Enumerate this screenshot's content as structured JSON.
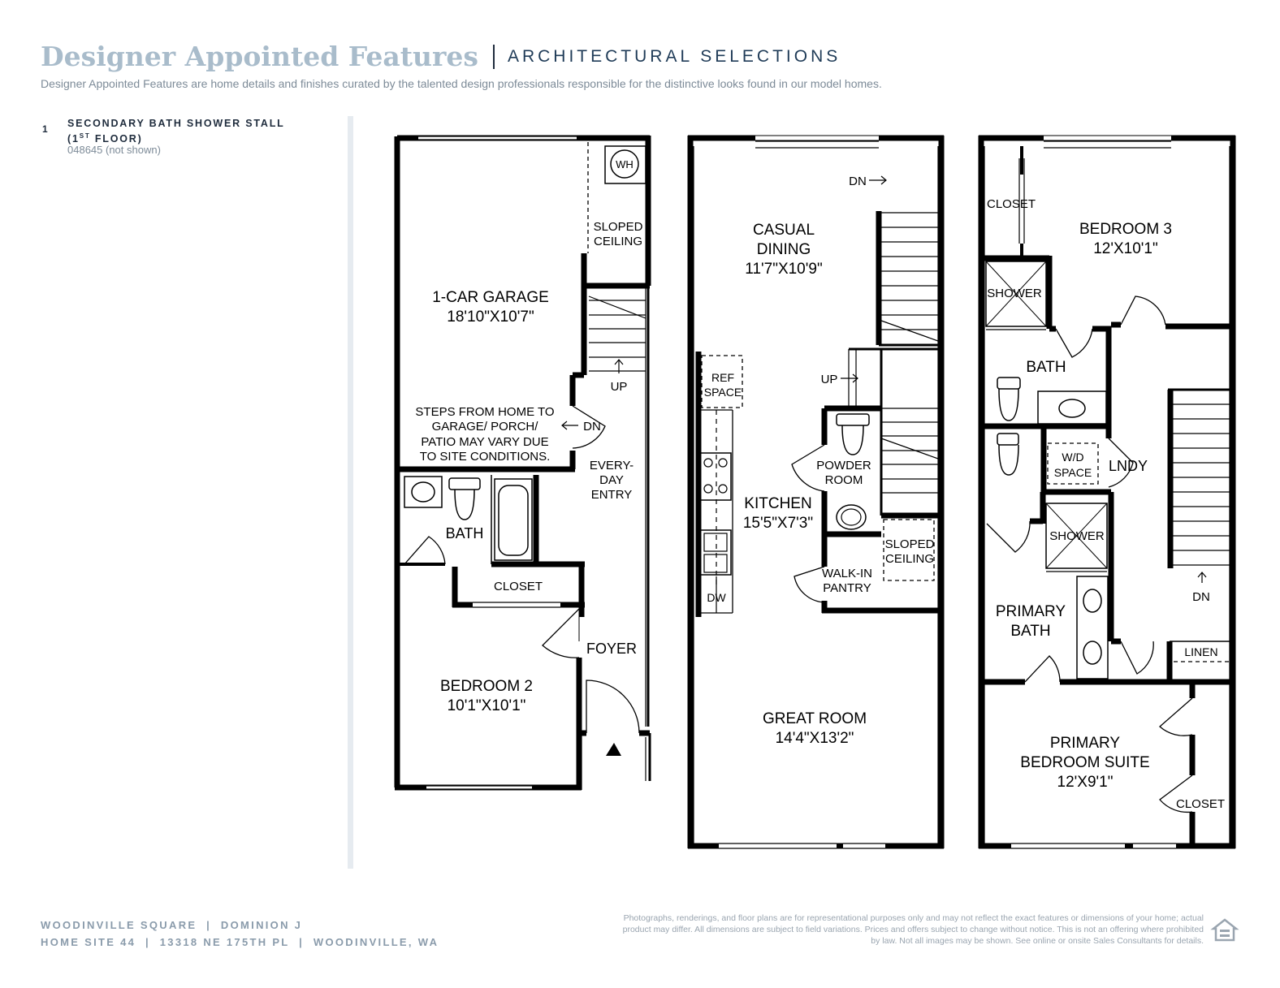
{
  "header": {
    "title": "Designer Appointed Features",
    "subtitle": "ARCHITECTURAL SELECTIONS",
    "description": "Designer Appointed Features are home details and finishes curated by the talented design professionals responsible for the distinctive looks found in our model homes."
  },
  "feature": {
    "number": "1",
    "title_line1": "SECONDARY BATH SHOWER STALL",
    "title_line2_prefix": "(1",
    "title_line2_sup": "ST",
    "title_line2_suffix": " FLOOR)",
    "code": "048645 (not shown)"
  },
  "plan1": {
    "garage": "1-CAR GARAGE",
    "garage_dim": "18'10\"X10'7\"",
    "wh": "WH",
    "sloped1": "SLOPED",
    "sloped2": "CEILING",
    "up": "UP",
    "dn": "DN",
    "note1": "STEPS FROM HOME TO",
    "note2": "GARAGE/ PORCH/",
    "note3": "PATIO MAY VARY DUE",
    "note4": "TO SITE CONDITIONS.",
    "everyday1": "EVERY-",
    "everyday2": "DAY",
    "everyday3": "ENTRY",
    "bath": "BATH",
    "closet": "CLOSET",
    "foyer": "FOYER",
    "bedroom": "BEDROOM 2",
    "bedroom_dim": "10'1\"X10'1\""
  },
  "plan2": {
    "dn": "DN",
    "dining1": "CASUAL",
    "dining2": "DINING",
    "dining_dim": "11'7\"X10'9\"",
    "ref1": "REF",
    "ref2": "SPACE",
    "up": "UP",
    "powder1": "POWDER",
    "powder2": "ROOM",
    "kitchen": "KITCHEN",
    "kitchen_dim": "15'5\"X7'3\"",
    "sloped1": "SLOPED",
    "sloped2": "CEILING",
    "pantry1": "WALK-IN",
    "pantry2": "PANTRY",
    "dw": "DW",
    "great": "GREAT ROOM",
    "great_dim": "14'4\"X13'2\""
  },
  "plan3": {
    "closet_top": "CLOSET",
    "bedroom3": "BEDROOM 3",
    "bedroom3_dim": "12'X10'1\"",
    "shower1": "SHOWER",
    "bath": "BATH",
    "wd1": "W/D",
    "wd2": "SPACE",
    "lndy": "LNDY",
    "shower2": "SHOWER",
    "pbath1": "PRIMARY",
    "pbath2": "BATH",
    "dn": "DN",
    "linen": "LINEN",
    "suite1": "PRIMARY",
    "suite2": "BEDROOM SUITE",
    "suite_dim": "12'X9'1\"",
    "closet_bottom": "CLOSET"
  },
  "footer": {
    "line1": "WOODINVILLE SQUARE  |  DOMINION J",
    "line2": "HOME SITE 44  |  13318 NE 175TH PL  |  WOODINVILLE, WA",
    "disclaimer": "Photographs, renderings, and floor plans are for representational purposes only and may not reflect the exact features or dimensions of your home; actual product may differ. All dimensions are subject to field variations. Prices and offers subject to change without notice. This is not an offering where prohibited by law. Not all images may be shown. See online or onsite Sales Consultants for details."
  },
  "colors": {
    "title": "#a9bccb",
    "navy": "#1f3b57",
    "gray": "#7d8b98",
    "wall": "#000000"
  }
}
